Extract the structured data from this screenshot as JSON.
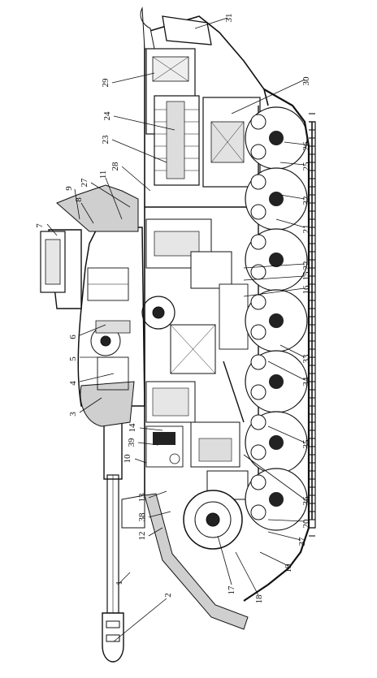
{
  "figure": {
    "callouts": [
      {
        "id": "c1",
        "label": "1"
      },
      {
        "id": "c2",
        "label": "2"
      },
      {
        "id": "c3",
        "label": "3"
      },
      {
        "id": "c4",
        "label": "4"
      },
      {
        "id": "c5",
        "label": "5"
      },
      {
        "id": "c6",
        "label": "6"
      },
      {
        "id": "c7",
        "label": "7"
      },
      {
        "id": "c8",
        "label": "8"
      },
      {
        "id": "c9",
        "label": "9"
      },
      {
        "id": "c10",
        "label": "10"
      },
      {
        "id": "c11",
        "label": "11"
      },
      {
        "id": "c12",
        "label": "12"
      },
      {
        "id": "c13",
        "label": "13"
      },
      {
        "id": "c14",
        "label": "14"
      },
      {
        "id": "c15",
        "label": "15"
      },
      {
        "id": "c16",
        "label": "16"
      },
      {
        "id": "c17",
        "label": "17"
      },
      {
        "id": "c18",
        "label": "18"
      },
      {
        "id": "c19",
        "label": "19"
      },
      {
        "id": "c20",
        "label": "20"
      },
      {
        "id": "c21",
        "label": "21"
      },
      {
        "id": "c22",
        "label": "22"
      },
      {
        "id": "c23",
        "label": "23"
      },
      {
        "id": "c24",
        "label": "24"
      },
      {
        "id": "c25",
        "label": "25"
      },
      {
        "id": "c26",
        "label": "26"
      },
      {
        "id": "c27",
        "label": "27"
      },
      {
        "id": "c28",
        "label": "28"
      },
      {
        "id": "c29",
        "label": "29"
      },
      {
        "id": "c30",
        "label": "30"
      },
      {
        "id": "c31",
        "label": "31"
      },
      {
        "id": "c32",
        "label": "32"
      },
      {
        "id": "c33",
        "label": "33"
      },
      {
        "id": "c34",
        "label": "34"
      },
      {
        "id": "c35",
        "label": "35"
      },
      {
        "id": "c36",
        "label": "36"
      },
      {
        "id": "c37",
        "label": "37"
      },
      {
        "id": "c38",
        "label": "38"
      },
      {
        "id": "c39",
        "label": "39"
      }
    ]
  }
}
